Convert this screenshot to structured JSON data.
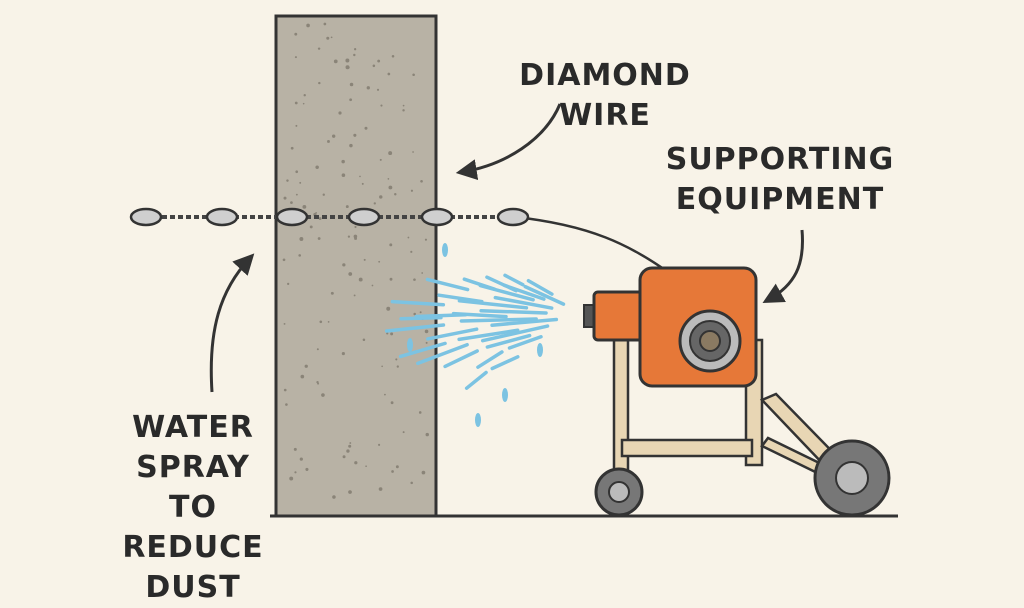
{
  "labels": {
    "diamond_wire": "DIAMOND WIRE",
    "supporting_equipment": [
      "SUPPORTING",
      "EQUIPMENT"
    ],
    "water_spray": [
      "WATER",
      "SPRAY TO",
      "REDUCE",
      "DUST"
    ]
  },
  "colors": {
    "background": "#f8f3e8",
    "concrete": "#b8b2a5",
    "machine": "#e67838",
    "frame": "#e8d6b4",
    "water": "#7cc3e2",
    "outline": "#333333"
  }
}
